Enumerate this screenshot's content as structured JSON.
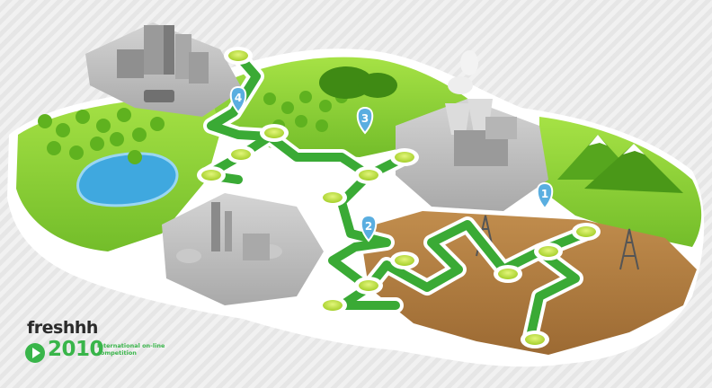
{
  "logo": {
    "brand": "freshhh",
    "year": "2010",
    "tagline": "International on-line competition"
  },
  "markers": [
    {
      "label": "4"
    },
    {
      "label": "3"
    },
    {
      "label": "2"
    },
    {
      "label": "1"
    }
  ],
  "colors": {
    "grass": "#8fd63a",
    "road": "#3aaa35",
    "node": "#c6e73a",
    "pin": "#5aaee0",
    "water": "#3fa8df",
    "dirt": "#b07a3e",
    "industry": "#bdbdbd"
  }
}
